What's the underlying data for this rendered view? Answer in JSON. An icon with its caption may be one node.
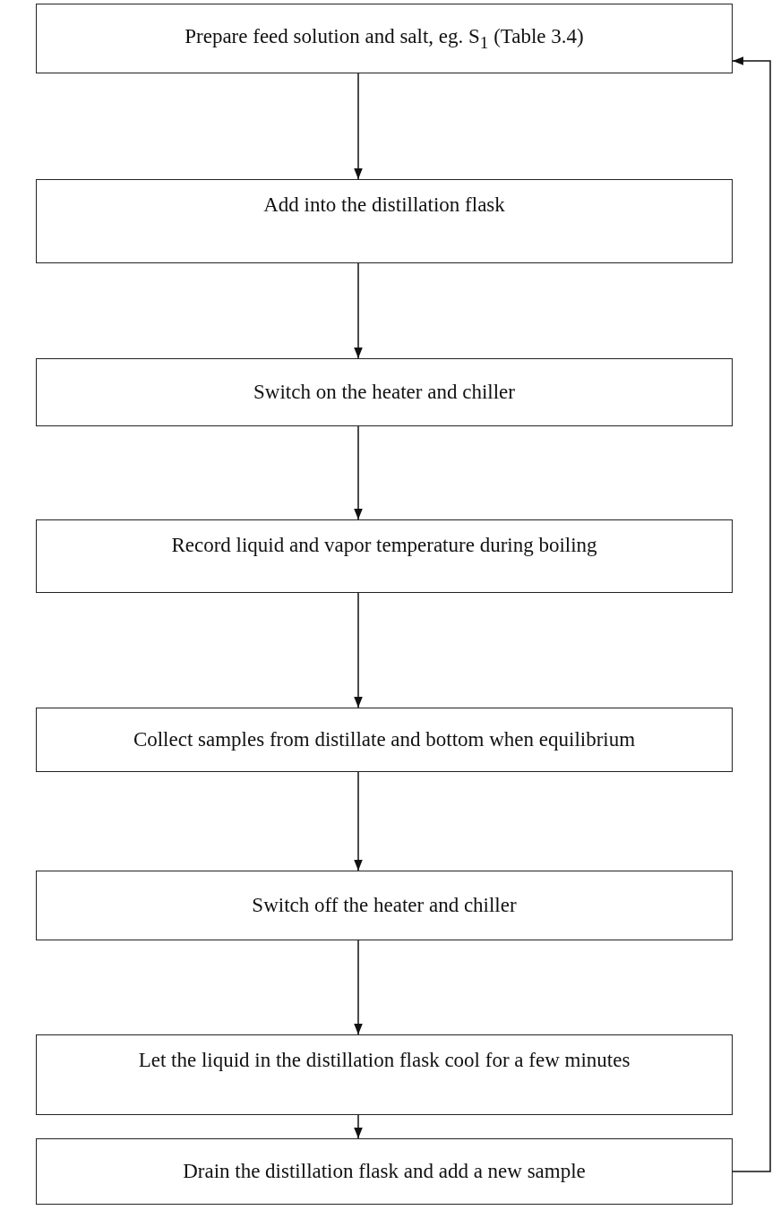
{
  "diagram": {
    "nodes": [
      {
        "text": [
          "Prepare feed solution and salt, eg. S$_{1}$ (Table 3.4)"
        ]
      },
      {
        "text": [
          "Add into the distillation flask"
        ]
      },
      {
        "text": [
          "Switch on the heater and chiller"
        ]
      },
      {
        "text": [
          "Record liquid and vapor temperature during boiling"
        ]
      },
      {
        "text": [
          "Collect samples from distillate and bottom when equilibrium"
        ]
      },
      {
        "text": [
          "Switch off the heater and chiller"
        ]
      },
      {
        "text": [
          "Let the liquid in the distillation flask cool for a few minutes"
        ]
      },
      {
        "text": [
          "Drain the distillation flask and add a new sample"
        ]
      }
    ],
    "edges": [
      {
        "from": 0,
        "to": 1,
        "arrow": "to"
      },
      {
        "from": 1,
        "to": 2,
        "arrow": "to"
      },
      {
        "from": 2,
        "to": 3,
        "arrow": "to"
      },
      {
        "from": 3,
        "to": 4,
        "arrow": "to"
      },
      {
        "from": 4,
        "to": 5,
        "arrow": "to"
      },
      {
        "from": 5,
        "to": 6,
        "arrow": "to"
      },
      {
        "from": 6,
        "to": 7,
        "arrow": "to"
      },
      {
        "from": 7,
        "to": 0,
        "arrow": "to"
      }
    ]
  }
}
